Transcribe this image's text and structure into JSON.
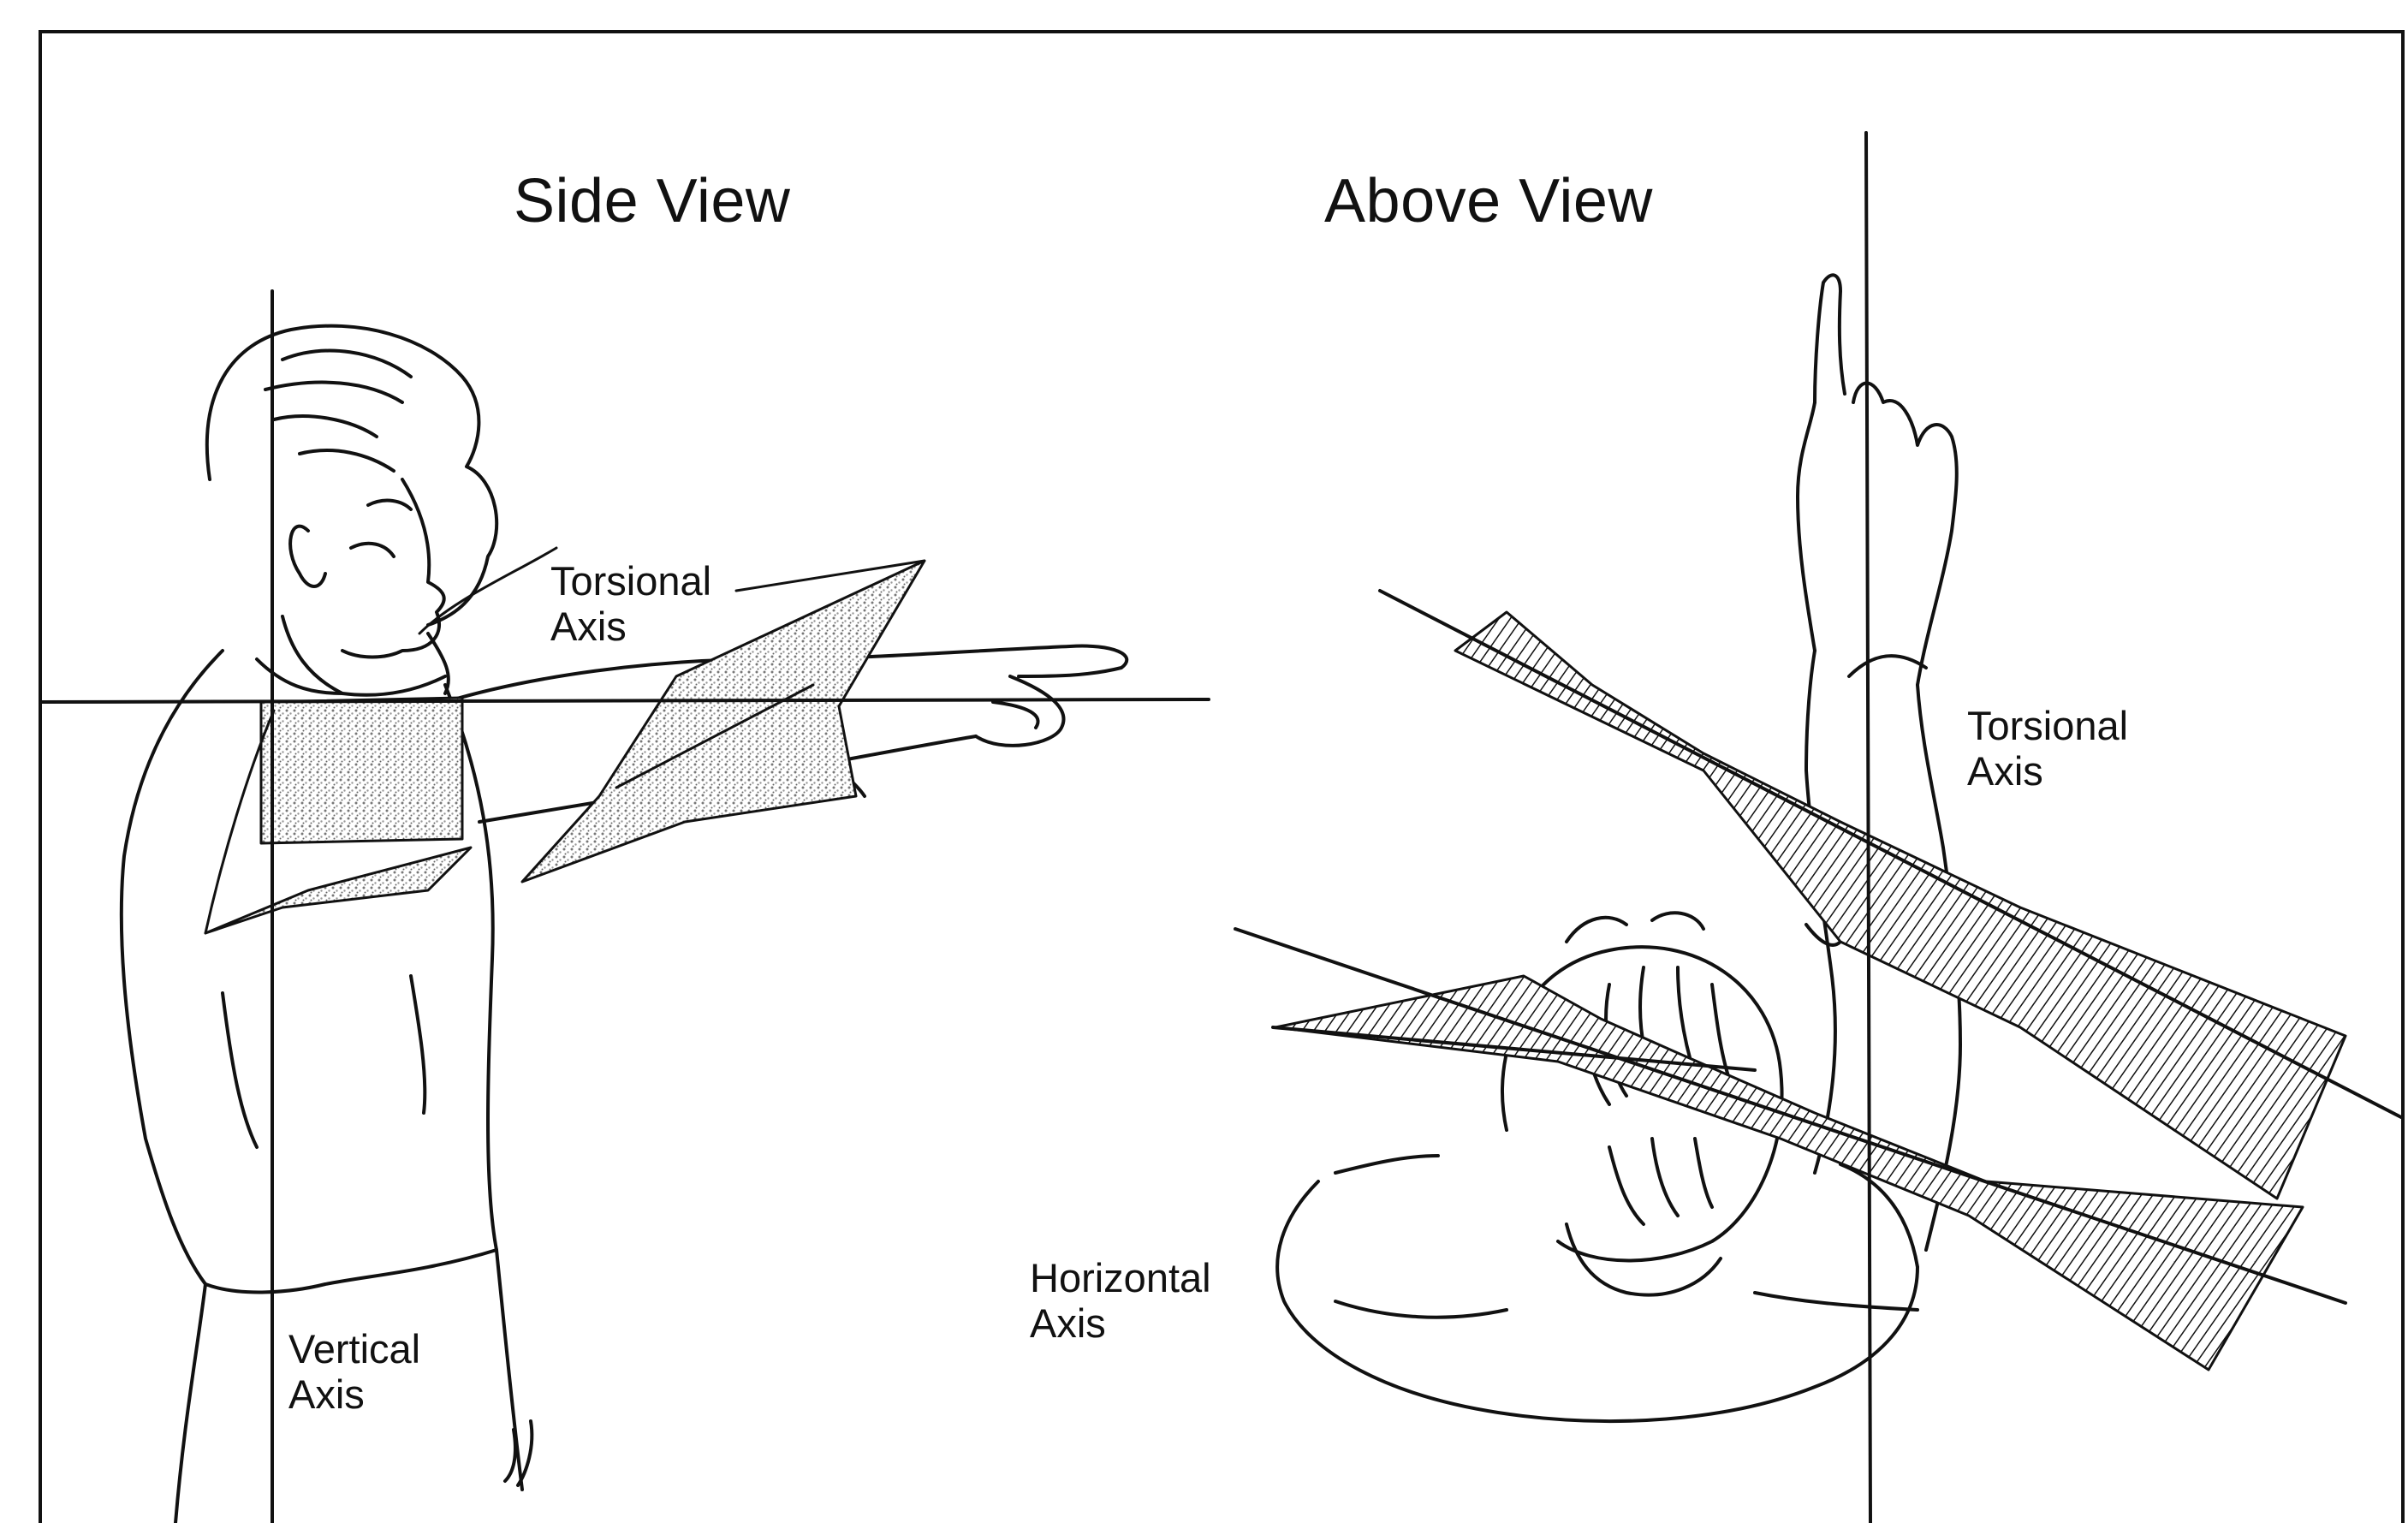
{
  "panels": {
    "side": {
      "title": "Side View",
      "torsional_label": "Torsional\nAxis",
      "vertical_label": "Vertical\nAxis"
    },
    "above": {
      "title": "Above View",
      "torsional_label": "Torsional\nAxis",
      "horizontal_label": "Horizontal\nAxis"
    }
  },
  "colors": {
    "ink": "#111111",
    "paper": "#ffffff",
    "stipple": "#8a8a8a"
  },
  "icons": {
    "side_figure": "man-pointing-side-view",
    "above_figure": "man-pointing-top-view"
  }
}
